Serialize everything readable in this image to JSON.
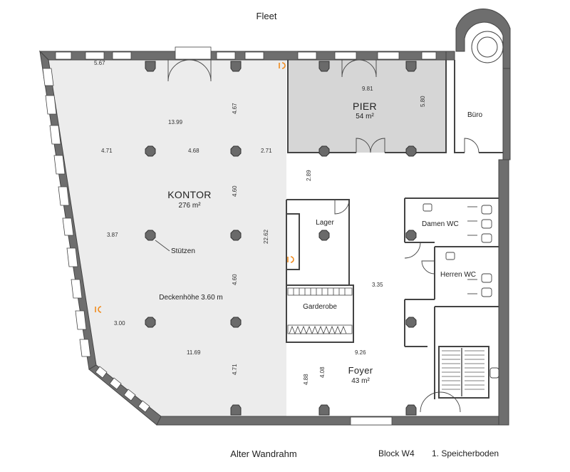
{
  "streets": {
    "north": "Fleet",
    "south": "Alter Wandrahm"
  },
  "footer": {
    "block": "Block W4",
    "floor": "1. Speicherboden"
  },
  "rooms": {
    "kontor": {
      "name": "KONTOR",
      "area": "276 m²"
    },
    "pier": {
      "name": "PIER",
      "area": "54 m²"
    },
    "buero": {
      "name": "Büro"
    },
    "lager": {
      "name": "Lager"
    },
    "damen_wc": {
      "name": "Damen WC"
    },
    "herren_wc": {
      "name": "Herren WC"
    },
    "garderobe": {
      "name": "Garderobe"
    },
    "foyer": {
      "name": "Foyer",
      "area": "43 m²"
    }
  },
  "annotations": {
    "stuetzen": "Stützen",
    "deckenhoehe": "Deckenhöhe 3.60 m"
  },
  "dimensions": {
    "d_567": "5.67",
    "d_1399": "13.99",
    "d_467": "4.67",
    "d_471": "4.71",
    "d_468": "4.68",
    "d_271": "2.71",
    "d_981": "9.81",
    "d_580": "5.80",
    "d_289": "2.89",
    "d_460a": "4.60",
    "d_387": "3.87",
    "d_2262": "22.62",
    "d_460b": "4.60",
    "d_335": "3.35",
    "d_300": "3.00",
    "d_1169": "11.69",
    "d_926": "9.26",
    "d_471b": "4.71",
    "d_488": "4.88",
    "d_408": "4.08"
  },
  "colors": {
    "wall": "#6e6e6e",
    "kontor_fill": "#ececec",
    "pier_fill": "#d6d6d6",
    "column": "#6a6a6a",
    "accent": "#f08a1c"
  }
}
